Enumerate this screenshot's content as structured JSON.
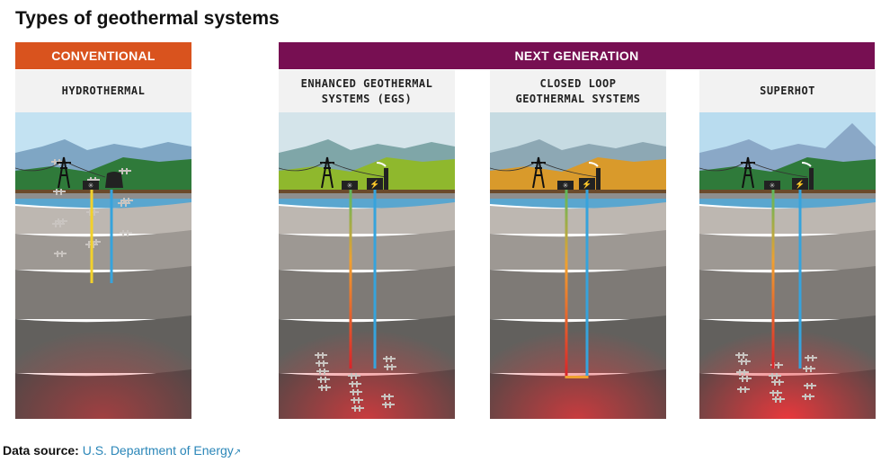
{
  "title": "Types of geothermal systems",
  "categories": {
    "conventional": "CONVENTIONAL",
    "next_generation": "NEXT GENERATION"
  },
  "panels": [
    {
      "label": "HYDROTHERMAL"
    },
    {
      "label": "ENHANCED GEOTHERMAL\nSYSTEMS (EGS)"
    },
    {
      "label": "CLOSED LOOP\nGEOTHERMAL SYSTEMS"
    },
    {
      "label": "SUPERHOT"
    }
  ],
  "source": {
    "label": "Data source:",
    "link": "U.S. Department of Energy"
  },
  "colors": {
    "conventional": "#d9531e",
    "next_generation": "#770f52",
    "link": "#2a86b8"
  }
}
